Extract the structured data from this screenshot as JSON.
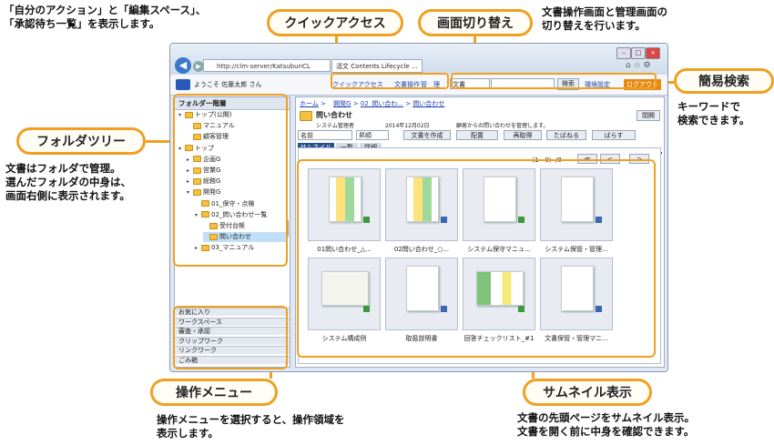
{
  "annotations": {
    "top_left_note": "「自分のアクション」と「編集スペース」、\n「承認待ち一覧」を表示します。",
    "quick_access": "クイックアクセス",
    "switch_screen": "画面切り替え",
    "switch_note": "文書操作画面と管理画面の\n切り替えを行います。",
    "quick_search": "簡易検索",
    "quick_search_note": "キーワードで\n検索できます。",
    "folder_tree": "フォルダツリー",
    "folder_tree_note": "文書はフォルダで管理。\n選んだフォルダの中身は、\n画面右側に表示されます。",
    "operation_menu": "操作メニュー",
    "operation_menu_note": "操作メニューを選択すると、操作領域を\n表示します。",
    "thumbnail_view": "サムネイル表示",
    "thumbnail_note": "文書の先頭ページをサムネイル表示。\n文書を開く前に中身を確認できます。"
  },
  "browser": {
    "address": "http://clm-server/KatsubunCL",
    "tab_title": "活文 Contents Lifecycle ..."
  },
  "appbar": {
    "welcome": "ようこそ 佐藤太郎 さん",
    "quick_access_link": "クイックアクセス",
    "doc_ops_link": "文書操作",
    "admin_link": "管　理",
    "search_scope": "文書",
    "search_button": "検索",
    "env_link": "環境設定",
    "logout": "ログアウト"
  },
  "sidebar": {
    "header": "フォルダ一階層",
    "tree": [
      {
        "label": "トップ(公開)",
        "level": 0
      },
      {
        "label": "マニュアル",
        "level": 1
      },
      {
        "label": "顧客管理",
        "level": 1
      },
      {
        "label": "トップ",
        "level": 0
      },
      {
        "label": "企画G",
        "level": 1
      },
      {
        "label": "営業G",
        "level": 1
      },
      {
        "label": "総務G",
        "level": 1
      },
      {
        "label": "開発G",
        "level": 1
      },
      {
        "label": "01_保守・点検",
        "level": 2
      },
      {
        "label": "02_問い合わせ一覧",
        "level": 2
      },
      {
        "label": "受付台帳",
        "level": 3
      },
      {
        "label": "問い合わせ",
        "level": 3
      },
      {
        "label": "03_マニュアル",
        "level": 2
      }
    ],
    "menu": [
      "お気に入り",
      "ワークスペース",
      "審査・承認",
      "クリップワーク",
      "リンクワーク",
      "ごみ箱"
    ]
  },
  "main": {
    "breadcrumb": [
      "ホーム",
      "開発G",
      "02_問い合わ...",
      "問い合わせ"
    ],
    "folder_title": "問い合わせ",
    "owner": "システム管理者",
    "date": "2014年12月02日",
    "description": "顧客からの問い合わせを管理します。",
    "close_button": "閉開",
    "sort_select": "名前",
    "order_select": "昇順",
    "actions": [
      "文書を作成",
      "配置",
      "再取得",
      "たばねる",
      "ばらす"
    ],
    "view_tabs": [
      "サムネイル",
      "一覧",
      "詳細"
    ],
    "paging": "（1－8）/8",
    "thumbnails": [
      "01問い合わせ_△...",
      "02問い合わせ_○...",
      "システム保守マニュ...",
      "システム保管・管理...",
      "システム構成例",
      "取扱説明書",
      "回答チェックリスト_#1",
      "文書保管・管理マニ..."
    ]
  }
}
